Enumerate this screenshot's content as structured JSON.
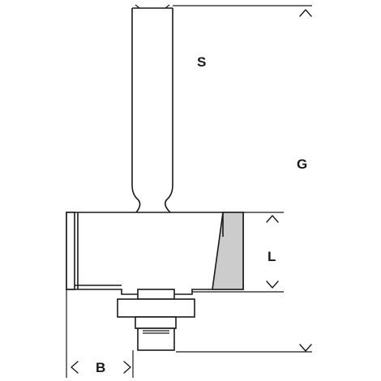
{
  "labels": {
    "shank": "S",
    "total_length": "G",
    "cutting_length": "L",
    "cut_depth": "B"
  },
  "colors": {
    "line": "#1a1a1a",
    "cutter_fill": "#ffffff",
    "edge_shade": "#cccccc",
    "background": "#ffffff"
  }
}
